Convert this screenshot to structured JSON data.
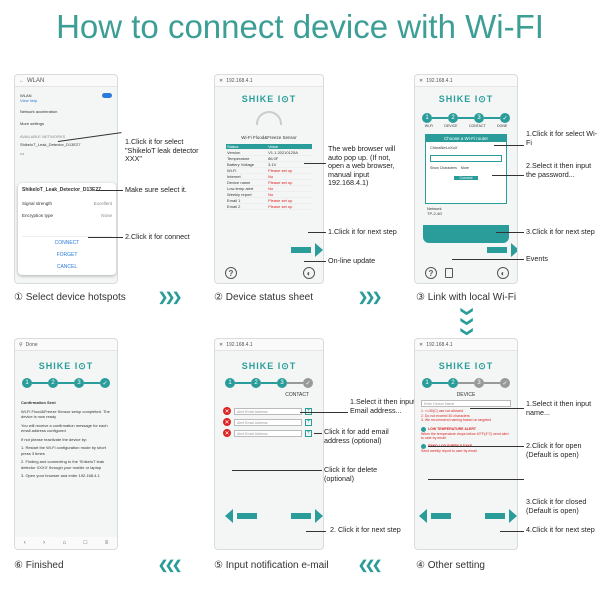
{
  "title": "How to connect device with Wi-FI",
  "panels": {
    "p1": {
      "caption": "① Select device hotspots",
      "wlan_header": "WLAN",
      "wlan_label": "WLAN",
      "view_help": "View help",
      "network_accel": "Network acceleration",
      "more_settings": "More settings",
      "available_networks": "AVAILABLE NETWORKS",
      "network_name": "ShikeloT_Leak_Detector_D13E27",
      "dialog_title": "ShikeIoT_Leak_Detector_D13E27",
      "signal_strength_label": "Signal strength",
      "signal_strength_value": "Excellent",
      "encryption_label": "Encryption type",
      "encryption_value": "None",
      "connect": "CONNECT",
      "forget": "FORGET",
      "cancel": "CANCEL",
      "annot1": "1.Click it for select \"ShikeloT leak detector XXX\"",
      "annot2": "Make sure select it.",
      "annot3": "2.Click it for connect"
    },
    "p2": {
      "caption": "② Device status sheet",
      "url": "192.168.4.1",
      "brand": "SHIKE I⊙T",
      "sensor_title": "Wi-Fi Flood&Freeze Sensor",
      "table_header": [
        "Status",
        "Value"
      ],
      "rows": [
        [
          "Version",
          "V1.1.20210125A"
        ],
        [
          "Temperature",
          "86.0F"
        ],
        [
          "Battery Voltage",
          "3.1V"
        ],
        [
          "Wi-Fi",
          "Please set up"
        ],
        [
          "Internet",
          "No"
        ],
        [
          "Device name",
          "Please set up"
        ],
        [
          "Low temp alert",
          "No"
        ],
        [
          "Weekly report",
          "No"
        ],
        [
          "Email 1",
          "Please set up"
        ],
        [
          "Email 2",
          "Please set up"
        ]
      ],
      "annot1": "The web browser will auto pop up. (If not, open a web browser, manual input 192.168.4.1)",
      "annot2": "1.Click it for next step",
      "annot3": "On-line update"
    },
    "p3": {
      "caption": "③ Link with local Wi-Fi",
      "url": "192.168.4.1",
      "brand": "SHIKE I⊙T",
      "steps": [
        "1",
        "2",
        "3"
      ],
      "step_labels": [
        "Wi-Fi",
        "DEVICE",
        "CONTACT",
        "DONE"
      ],
      "dialog_title": "Choose a Wi-Fi router",
      "ssid": "ChinaNet-xXuX",
      "show_chars": "Show Characters",
      "more": "More",
      "connect": "Connect",
      "net_a": "Network",
      "net_b": "TP-2.4G",
      "annot1": "1.Click it for select Wi-Fi",
      "annot2": "2.Select it then input the password...",
      "annot3": "3.Click it for next step",
      "annot4": "Events"
    },
    "p4": {
      "caption": "④ Other setting",
      "url": "192.168.4.1",
      "brand": "SHIKE I⊙T",
      "device_label": "DEVICE",
      "name_placeholder": "Enter Device Name",
      "rules": [
        "1. <=30(C) use not allowed",
        "2. Do not exceed 30 characters",
        "3. We recommend naming based on targeted"
      ],
      "low_temp": "LOW TEMPERATURE ALERT",
      "low_temp_desc": "When the temperature drops below 40°F(4°C) send alert to user by email",
      "weekly": "SEND LOG EVERY 5 DAYS",
      "weekly_desc": "Send weekly report to user by email",
      "annot1": "1.Select it then input name...",
      "annot2": "2.Click it for open (Default is open)",
      "annot3": "3.Click it for closed (Default is open)",
      "annot4": "4.Click it for next step"
    },
    "p5": {
      "caption": "⑤ Input notification e-mail",
      "url": "192.168.4.1",
      "brand": "SHIKE I⊙T",
      "contact_label": "CONTACT",
      "placeholder": "Alert Email Address",
      "annot1": "1.Select it then input Email address...",
      "annot2": "Click it for add email address (optional)",
      "annot3": "Click it for delete (optional)",
      "annot4": "2. Click it for next step"
    },
    "p6": {
      "caption": "⑥ Finished",
      "header": "Done",
      "brand": "SHIKE I⊙T",
      "confirm_title": "Confirmation Sent",
      "text1": "Wi-Fi Flood&Freeze Sensor setup completed. The device is now ready",
      "text2": "You will receive a confirmation message for each email address configured",
      "text3": "If not please reactivate the device by:",
      "list": [
        "1. Restart the Wi-Fi configuration mode by short press 3 times",
        "2. Finding and connecting to the 'ShikeIoT leak detector XXXX' through your mobile or laptop",
        "3. Open your browser and enter 192.168.4.1"
      ]
    }
  },
  "colors": {
    "accent": "#2a9d9a",
    "title": "#3d9e96",
    "alert": "#dd2222"
  }
}
